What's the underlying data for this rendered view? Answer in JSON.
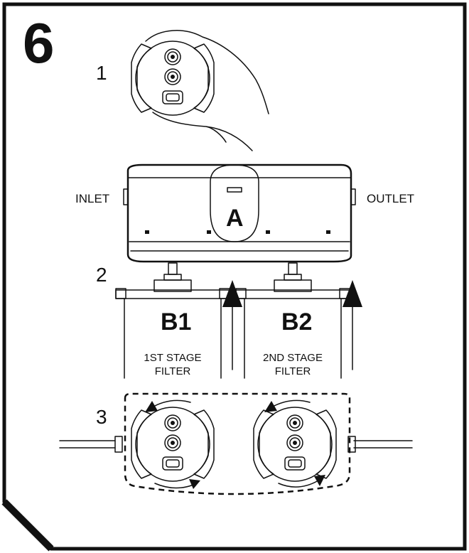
{
  "figure_number": "6",
  "steps": {
    "s1": "1",
    "s2": "2",
    "s3": "3"
  },
  "labels": {
    "inlet": "INLET",
    "outlet": "OUTLET",
    "housing": "A",
    "filter1_code": "B1",
    "filter1_line1": "1ST STAGE",
    "filter1_line2": "FILTER",
    "filter2_code": "B2",
    "filter2_line1": "2ND STAGE",
    "filter2_line2": "FILTER"
  }
}
